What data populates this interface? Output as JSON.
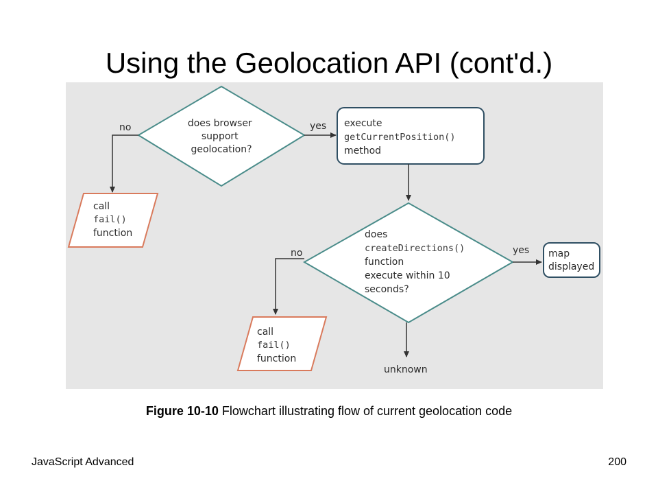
{
  "slide": {
    "title": "Using the Geolocation API (cont'd.)",
    "caption_label": "Figure 10-10",
    "caption_text": "Flowchart illustrating flow of current geolocation code",
    "footer_left": "JavaScript Advanced",
    "page_number": "200"
  },
  "colors": {
    "panel": "#e6e6e6",
    "decision_stroke": "#4a8c8a",
    "process_stroke": "#2f4f63",
    "io_stroke": "#d97a5c",
    "arrow": "#333333"
  },
  "flowchart": {
    "decision1": {
      "lines": [
        "does browser",
        "support",
        "geolocation?"
      ]
    },
    "process1": {
      "line1": "execute",
      "code": "getCurrentPosition()",
      "line3": "method"
    },
    "io1": {
      "line1": "call",
      "code": "fail()",
      "line3": "function"
    },
    "decision2": {
      "line1": "does",
      "code": "createDirections()",
      "line3": "function",
      "line4": "execute within 10",
      "line5": "seconds?"
    },
    "io2": {
      "line1": "call",
      "code": "fail()",
      "line3": "function"
    },
    "terminal1": {
      "lines": [
        "map",
        "displayed"
      ]
    },
    "edges": {
      "d1_no": "no",
      "d1_yes": "yes",
      "d2_no": "no",
      "d2_yes": "yes",
      "d2_unknown": "unknown"
    }
  }
}
